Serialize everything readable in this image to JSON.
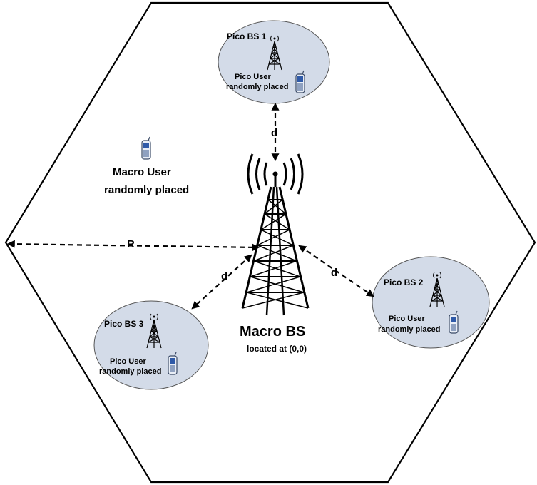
{
  "macro_bs": {
    "label": "Macro BS",
    "sublabel": "located at (0,0)"
  },
  "macro_user": {
    "line1": "Macro User",
    "line2": "randomly placed"
  },
  "radius_label": "R",
  "distance_label": "d",
  "pico_cells": [
    {
      "bs_label": "Pico BS 1",
      "user_line1": "Pico User",
      "user_line2": "randomly placed"
    },
    {
      "bs_label": "Pico BS 2",
      "user_line1": "Pico User",
      "user_line2": "randomly placed"
    },
    {
      "bs_label": "Pico BS 3",
      "user_line1": "Pico User",
      "user_line2": "randomly placed"
    }
  ],
  "colors": {
    "pico_fill": "#d3dbe8",
    "line": "#000000"
  }
}
